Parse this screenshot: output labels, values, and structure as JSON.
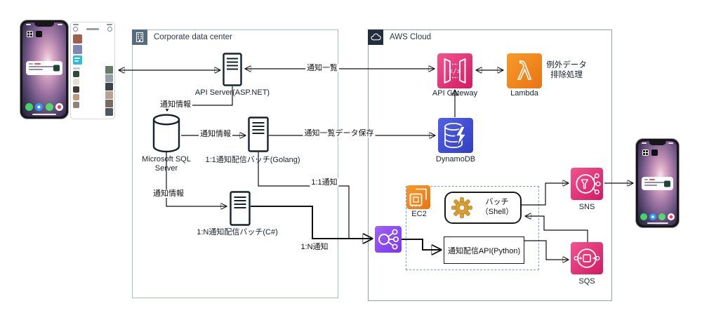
{
  "corporate": {
    "title": "Corporate data center",
    "api_server": "API Server(ASP.NET)",
    "sql_line1": "Microsoft SQL",
    "sql_line2": "Server",
    "golang_batch": "1:1通知配信バッチ(Golang)",
    "csharp_batch": "1:N通知配信バッチ(C#)"
  },
  "aws": {
    "title": "AWS Cloud",
    "api_gateway": "API Gateway",
    "lambda": "Lambda",
    "lambda_note1": "例外データ",
    "lambda_note2": "排除処理",
    "dynamodb": "DynamoDB",
    "ec2": "EC2",
    "batch_line1": "バッチ",
    "batch_line2": "（Shell）",
    "python_api": "通知配信API(Python)",
    "sns": "SNS",
    "sqs": "SQS"
  },
  "edges": {
    "notify_list": "通知一覧",
    "info_to_db": "通知情報",
    "info_to_golang": "通知情報",
    "info_to_csharp": "通知情報",
    "list_save": "通知一覧データ保存",
    "one_to_one": "1:1通知",
    "one_to_n": "1:N通知"
  },
  "icons": {
    "api_gateway_glyph": "</>",
    "lambda_glyph": "λ",
    "corporate_header": "building-icon",
    "aws_header": "cloud-icon",
    "server": "server-tower-icon",
    "database": "database-cylinder-icon",
    "gear": "gear-icon"
  },
  "colors": {
    "aws_pink_light": "#F2548F",
    "aws_pink_dark": "#D31A63",
    "aws_orange_light": "#F79A2D",
    "aws_orange_dark": "#E87511",
    "dynamodb_blue_light": "#5160E8",
    "dynamodb_blue_dark": "#3545BD",
    "elb_purple_light": "#9D63F5",
    "elb_purple_dark": "#7A36E8",
    "header_navy": "#232F3E",
    "corporate_slate": "#566B80",
    "gear_gold": "#DC9E33",
    "notification_green": "#1D4539",
    "teal_card": "#2FBCD4"
  }
}
